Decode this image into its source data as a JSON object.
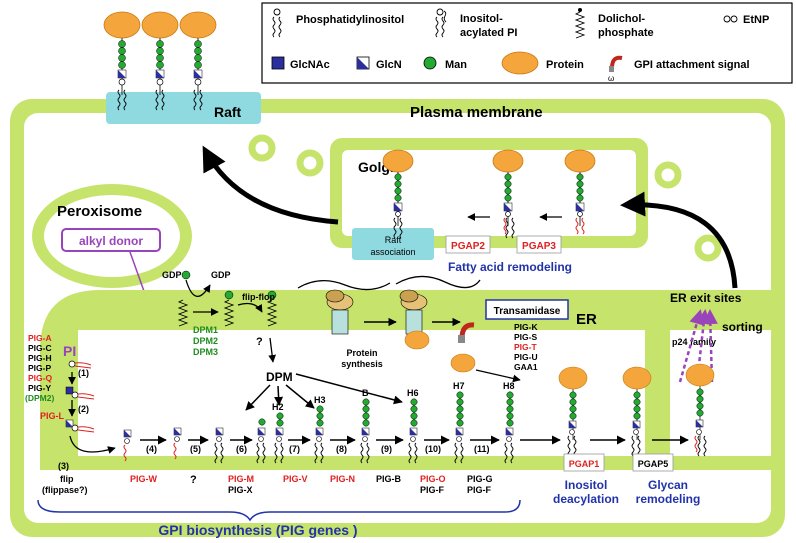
{
  "legend": {
    "phosphatidylinositol": "Phosphatidylinositol",
    "inositol_acylated_pi_1": "Inositol-",
    "inositol_acylated_pi_2": "acylated PI",
    "dolichol_phosphate_1": "Dolichol-",
    "dolichol_phosphate_2": "phosphate",
    "etnp": "EtNP",
    "glcnac": "GlcNAc",
    "glcn": "GlcN",
    "man": "Man",
    "protein": "Protein",
    "gpi_signal": "GPI attachment signal",
    "omega": "ω"
  },
  "compartments": {
    "raft": "Raft",
    "plasma_membrane": "Plasma membrane",
    "golgi": "Golgi",
    "peroxisome": "Peroxisome",
    "er": "ER"
  },
  "labels": {
    "alkyl_donor": "alkyl donor",
    "raft_association_1": "Raft",
    "raft_association_2": "association",
    "pgap2": "PGAP2",
    "pgap3": "PGAP3",
    "fatty_acid_remodeling": "Fatty acid remodeling",
    "gdp_left": "GDP",
    "gdp_right": "GDP",
    "flip_flop": "flip-flop",
    "dpm1": "DPM1",
    "dpm2": "DPM2",
    "dpm3": "DPM3",
    "question_dpm": "?",
    "dpm": "DPM",
    "protein_synthesis_1": "Protein",
    "protein_synthesis_2": "synthesis",
    "transamidase": "Transamidase",
    "er_exit_sites": "ER exit sites",
    "sorting": "sorting",
    "p24_family": "p24 family",
    "pi": "PI",
    "pig_a": "PIG-A",
    "pig_c": "PIG-C",
    "pig_h": "PIG-H",
    "pig_p": "PIG-P",
    "pig_q": "PIG-Q",
    "pig_y": "PIG-Y",
    "dpm2_paren": "(DPM2)",
    "step1": "(1)",
    "step2": "(2)",
    "pig_l": "PIG-L",
    "step3": "(3)",
    "flip": "flip",
    "flippase": "(flippase?)",
    "step4": "(4)",
    "step5": "(5)",
    "step6": "(6)",
    "step7": "(7)",
    "step8": "(8)",
    "step9": "(9)",
    "step10": "(10)",
    "step11": "(11)",
    "h2": "H2",
    "h3": "H3",
    "b": "B",
    "h6": "H6",
    "h7": "H7",
    "h8": "H8",
    "pig_w": "PIG-W",
    "question_5": "?",
    "pig_m": "PIG-M",
    "pig_x": "PIG-X",
    "pig_v": "PIG-V",
    "pig_n": "PIG-N",
    "pig_b": "PIG-B",
    "pig_o": "PIG-O",
    "pig_f_1": "PIG-F",
    "pig_g": "PIG-G",
    "pig_f_2": "PIG-F",
    "pig_k": "PIG-K",
    "pig_s": "PIG-S",
    "pig_t": "PIG-T",
    "pig_u": "PIG-U",
    "gaa1": "GAA1",
    "pgap1": "PGAP1",
    "pgap5": "PGAP5",
    "inositol_deacylation_1": "Inositol",
    "inositol_deacylation_2": "deacylation",
    "glycan_remodeling_1": "Glycan",
    "glycan_remodeling_2": "remodeling",
    "gpi_biosynthesis": "GPI biosynthesis (PIG genes )"
  },
  "colors": {
    "membrane": "#c6e36b",
    "raft": "#8fd9e0",
    "man": "#22aa33",
    "glcnac": "#2a2f9c",
    "protein": "#f4a53c",
    "red_gene": "#e02020",
    "green_gene": "#1f8c1f",
    "blue_text": "#2233aa",
    "purple": "#9944bb"
  }
}
